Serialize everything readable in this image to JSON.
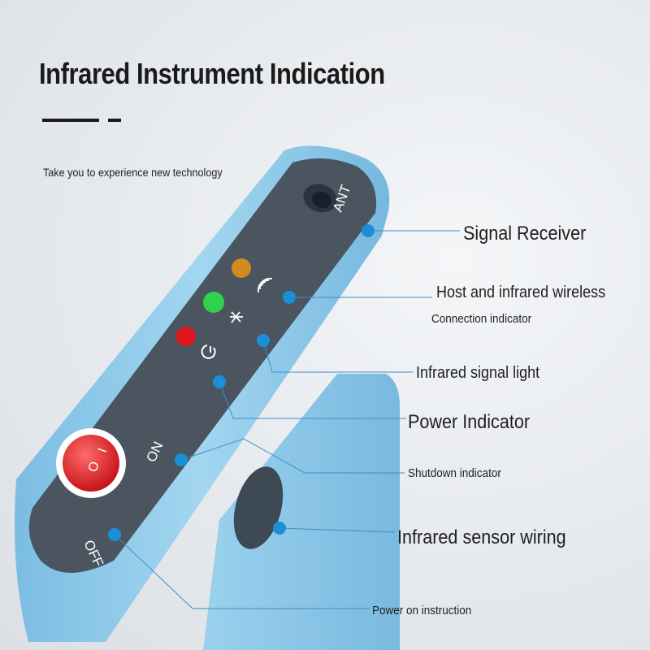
{
  "title": "Infrared Instrument Indication",
  "subtitle": "Take you to experience new technology",
  "device": {
    "ant_label": "ANT",
    "on_label": "ON",
    "off_label": "OFF",
    "switch_i": "I",
    "switch_o": "O"
  },
  "callouts": [
    {
      "text": "Signal Receiver"
    },
    {
      "text": "Host and infrared wireless"
    },
    {
      "text": "Connection indicator"
    },
    {
      "text": "Infrared signal light"
    },
    {
      "text": "Power Indicator"
    },
    {
      "text": "Shutdown indicator"
    },
    {
      "text": "Infrared sensor wiring"
    },
    {
      "text": "Power on instruction"
    }
  ],
  "colors": {
    "device_body": "#8ecbea",
    "panel": "#4a5560",
    "callout_dot": "#1a8fd8",
    "led_amber": "#d08a1e",
    "led_green": "#2fd24a",
    "led_red": "#e0141c"
  }
}
